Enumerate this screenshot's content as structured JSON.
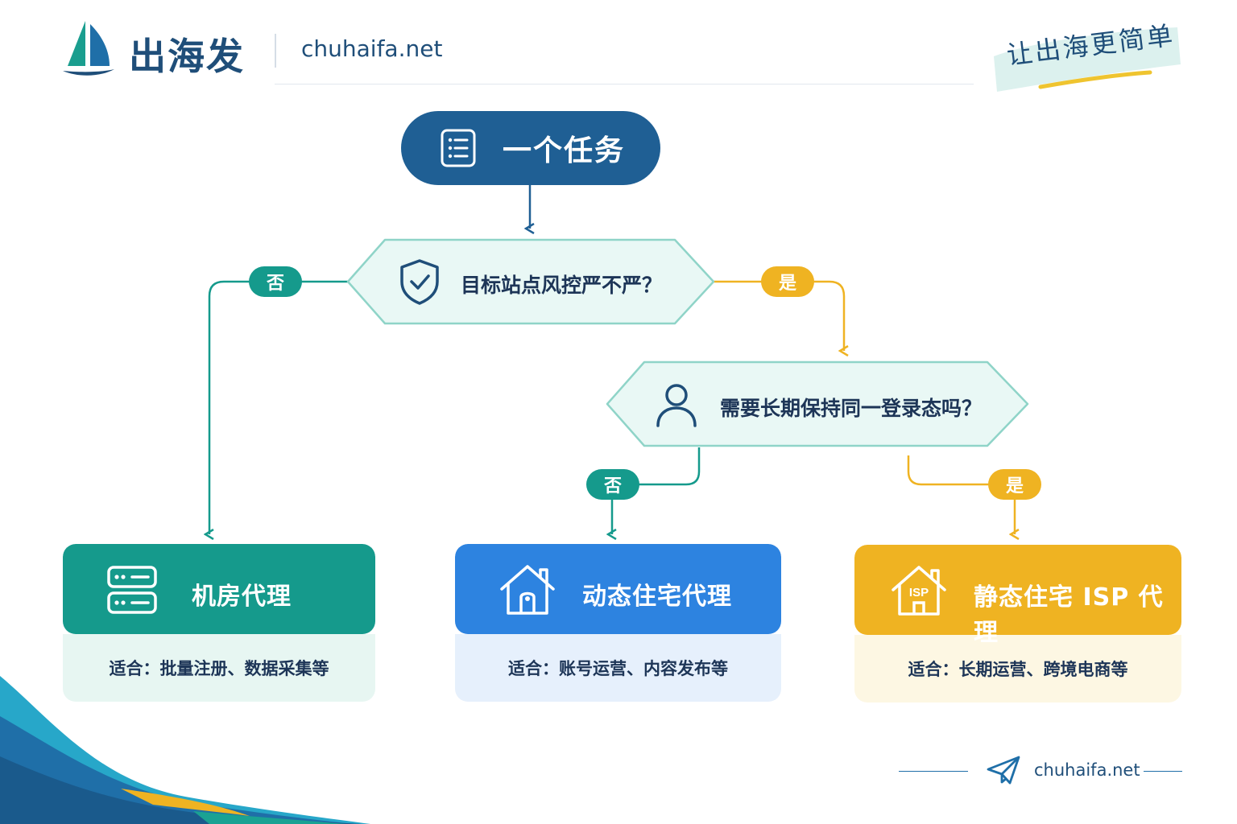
{
  "header": {
    "brand_name": "出海发",
    "brand_url": "chuhaifa.net",
    "slogan": "让出海更简单"
  },
  "flow": {
    "task": {
      "label": "一个任务",
      "icon": "document-list-icon"
    },
    "question_1": {
      "label": "目标站点风控严不严？",
      "icon": "shield-check-icon"
    },
    "question_2": {
      "label": "需要长期保持同一登录态吗？",
      "icon": "user-icon"
    },
    "badges": {
      "no_1": "否",
      "yes_1": "是",
      "no_2": "否",
      "yes_2": "是"
    }
  },
  "cards": {
    "datacenter": {
      "title": "机房代理",
      "desc": "适合：批量注册、数据采集等",
      "icon": "server-icon"
    },
    "dynamic": {
      "title": "动态住宅代理",
      "desc": "适合：账号运营、内容发布等",
      "icon": "house-icon"
    },
    "isp": {
      "title": "静态住宅 ISP 代理",
      "desc": "适合：长期运营、跨境电商等",
      "icon": "isp-house-icon",
      "icon_text": "ISP"
    }
  },
  "footer": {
    "url": "chuhaifa.net",
    "icon": "paper-plane-icon"
  },
  "colors": {
    "navy": "#1f5f94",
    "teal": "#159a8c",
    "blue": "#2d83e0",
    "yellow": "#efb322",
    "decision_fill": "#e9f8f5",
    "decision_stroke": "#8fd4c8"
  }
}
